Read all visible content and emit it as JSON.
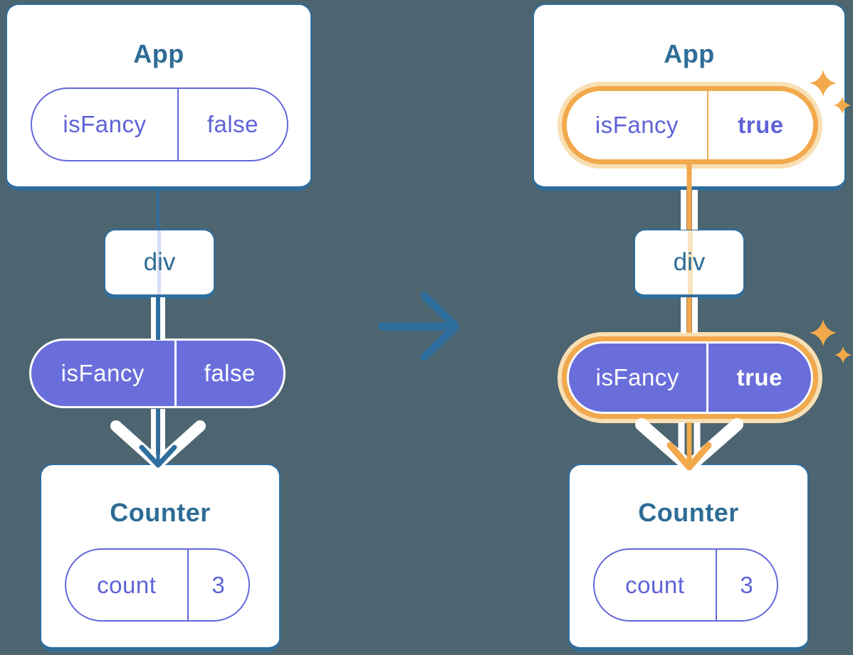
{
  "colors": {
    "background": "#4C6570",
    "card_fill": "#FFFFFF",
    "card_border_blue": "#2E6E9E",
    "title_blue": "#2D6C96",
    "pill_purple_fill": "#6A6EDB",
    "pill_purple_border": "#6468DA",
    "pill_purple_text": "#5F63D6",
    "highlight_orange": "#F2A94C",
    "highlight_orange_glow": "#F9DFB4",
    "thread_lavender": "#D9DDF4",
    "thread_cream": "#FAE4BE",
    "arrow_white": "#FFFFFF"
  },
  "left_tree": {
    "root": {
      "title": "App",
      "pill": {
        "name": "isFancy",
        "value": "false"
      }
    },
    "middle": {
      "label": "div"
    },
    "prop_pill": {
      "name": "isFancy",
      "value": "false"
    },
    "leaf": {
      "title": "Counter",
      "pill": {
        "name": "count",
        "value": "3"
      }
    }
  },
  "right_tree": {
    "root": {
      "title": "App",
      "pill": {
        "name": "isFancy",
        "value": "true"
      }
    },
    "middle": {
      "label": "div"
    },
    "prop_pill": {
      "name": "isFancy",
      "value": "true"
    },
    "leaf": {
      "title": "Counter",
      "pill": {
        "name": "count",
        "value": "3"
      }
    }
  },
  "icons": {
    "transition_arrow": "right-arrow",
    "pass_down_arrow": "white-chevron-down",
    "sparkles": "four-point-star"
  }
}
